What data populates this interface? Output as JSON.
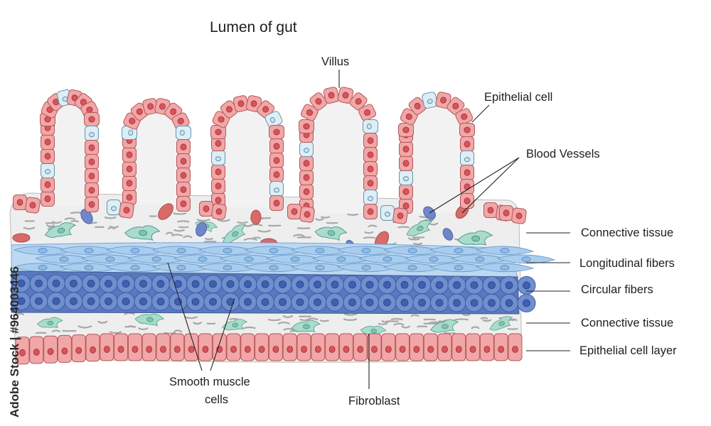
{
  "diagram": {
    "title": "Lumen of gut",
    "labels": {
      "villus": "Villus",
      "epithelial_cell": "Epithelial cell",
      "blood_vessels": "Blood Vessels",
      "connective_tissue_top": "Connective tissue",
      "longitudinal_fibers": "Longitudinal fibers",
      "circular_fibers": "Circular fibers",
      "connective_tissue_bottom": "Connective tissue",
      "epithelial_cell_layer": "Epithelial cell layer",
      "smooth_muscle_line1": "Smooth muscle",
      "smooth_muscle_line2": "cells",
      "fibroblast": "Fibroblast"
    },
    "watermark": "Adobe Stock | #964003446"
  },
  "colors": {
    "epithelial_cell": "#f1a7a7",
    "epithelial_nucleus": "#d9535a",
    "goblet_cell": "#dceef6",
    "connective_tissue": "#efefef",
    "fibroblast": "#a9dccd",
    "longitudinal_fiber": "#a9cdee",
    "circular_fiber": "#6f8fcf",
    "circular_nucleus": "#3f5fb0",
    "blood_vessel_blue": "#6f86c9",
    "blood_vessel_red": "#d86a6a"
  }
}
